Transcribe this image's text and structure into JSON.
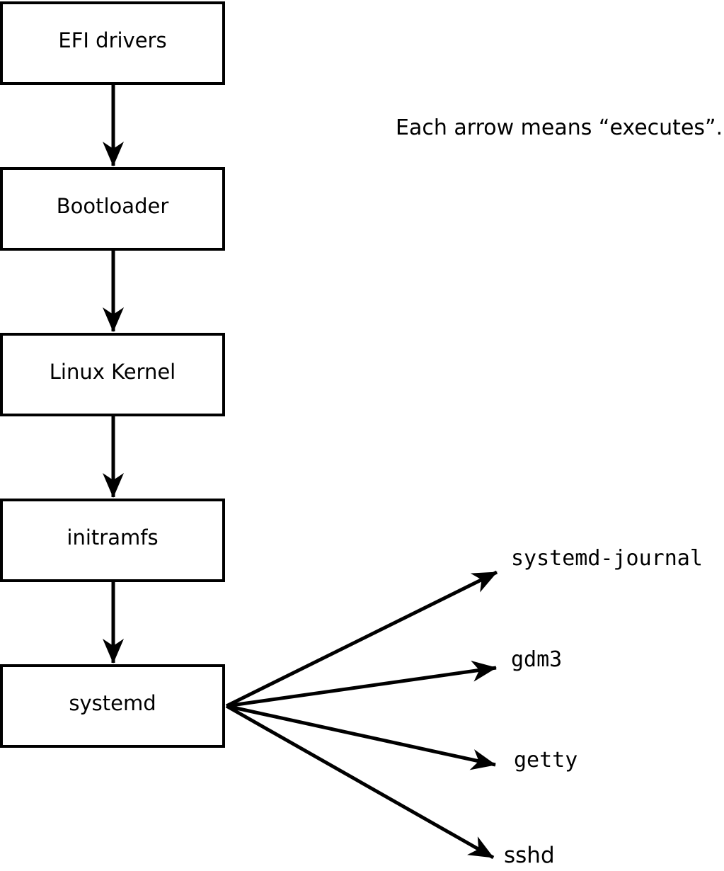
{
  "note": {
    "text": "Each arrow means “executes”."
  },
  "chain": [
    {
      "id": "efi-drivers",
      "label": "EFI drivers"
    },
    {
      "id": "bootloader",
      "label": "Bootloader"
    },
    {
      "id": "linux-kernel",
      "label": "Linux Kernel"
    },
    {
      "id": "initramfs",
      "label": "initramfs"
    },
    {
      "id": "systemd",
      "label": "systemd"
    }
  ],
  "spawned": [
    {
      "id": "systemd-journal",
      "label": "systemd-journal"
    },
    {
      "id": "gdm3",
      "label": "gdm3"
    },
    {
      "id": "getty",
      "label": "getty"
    },
    {
      "id": "sshd",
      "label": "sshd"
    }
  ],
  "edges": [
    {
      "from": "efi-drivers",
      "to": "bootloader",
      "meaning": "executes"
    },
    {
      "from": "bootloader",
      "to": "linux-kernel",
      "meaning": "executes"
    },
    {
      "from": "linux-kernel",
      "to": "initramfs",
      "meaning": "executes"
    },
    {
      "from": "initramfs",
      "to": "systemd",
      "meaning": "executes"
    },
    {
      "from": "systemd",
      "to": "systemd-journal",
      "meaning": "executes"
    },
    {
      "from": "systemd",
      "to": "gdm3",
      "meaning": "executes"
    },
    {
      "from": "systemd",
      "to": "getty",
      "meaning": "executes"
    },
    {
      "from": "systemd",
      "to": "sshd",
      "meaning": "executes"
    }
  ],
  "colors": {
    "ink": "#000000",
    "background": "#ffffff"
  }
}
